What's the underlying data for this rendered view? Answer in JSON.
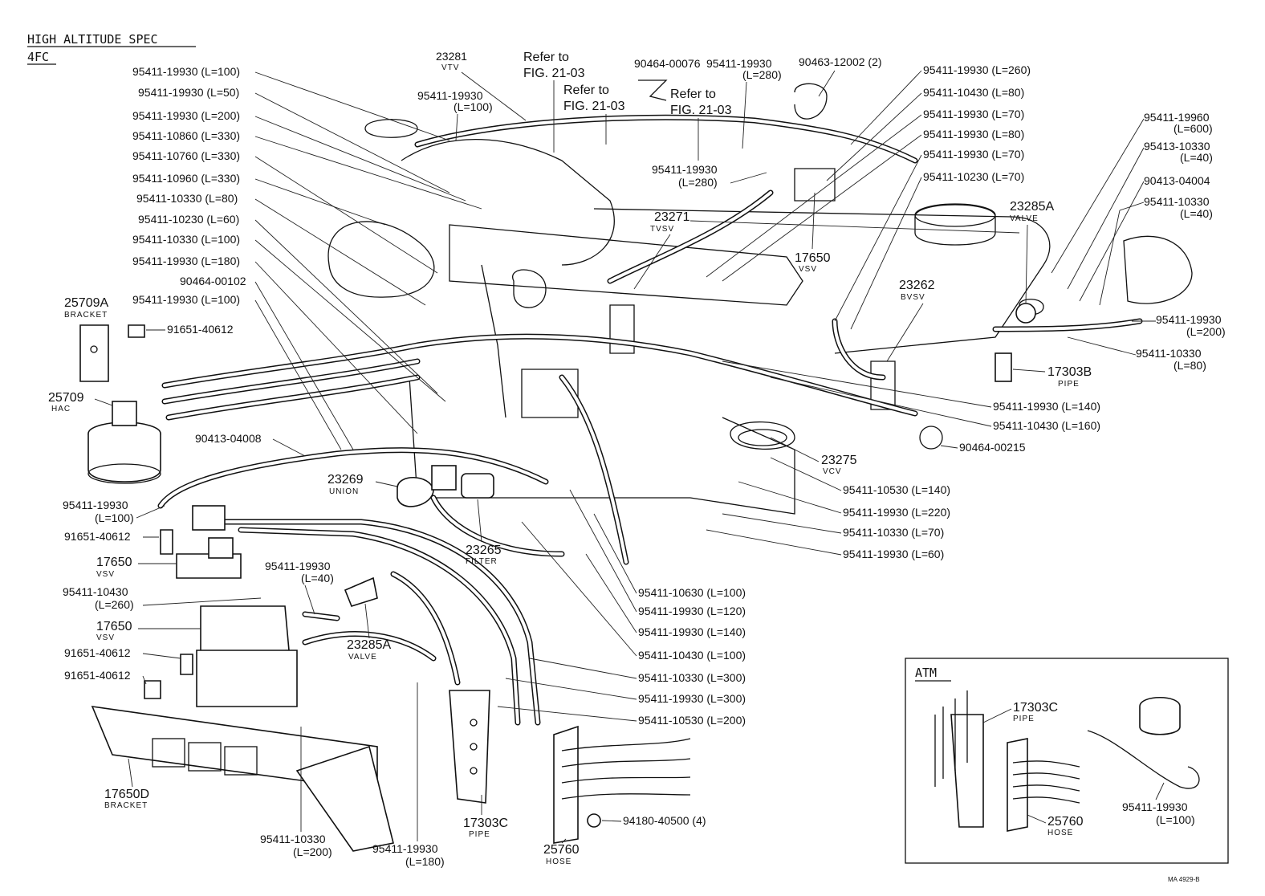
{
  "header": {
    "title": "HIGH ALTITUDE SPEC",
    "model": "4FC"
  },
  "refs": {
    "refer_a": "Refer to",
    "fig_a": "FIG. 21-03",
    "refer_b": "Refer to",
    "fig_b": "FIG. 21-03",
    "refer_c": "Refer to",
    "fig_c": "FIG. 21-03"
  },
  "left_labels": [
    "95411-19930 (L=100)",
    "95411-19930 (L=50)",
    "95411-19930 (L=200)",
    "95411-10860 (L=330)",
    "95411-10760 (L=330)",
    "95411-10960 (L=330)",
    "95411-10330 (L=80)",
    "95411-10230 (L=60)",
    "95411-10330 (L=100)",
    "95411-19930 (L=180)",
    "90464-00102",
    "95411-19930 (L=100)"
  ],
  "right_top_labels": [
    "95411-19930 (L=260)",
    "95411-10430 (L=80)",
    "95411-19930 (L=70)",
    "95411-19930 (L=80)",
    "95411-19930 (L=70)",
    "95411-10230 (L=70)"
  ],
  "right_mid_labels": [
    "95411-19930 (L=140)",
    "95411-10430 (L=160)",
    "90464-00215",
    "95411-10530 (L=140)",
    "95411-19930 (L=220)",
    "95411-10330 (L=70)",
    "95411-19930 (L=60)"
  ],
  "bottom_center_labels": [
    "95411-10630 (L=100)",
    "95411-19930 (L=120)",
    "95411-19930 (L=140)",
    "95411-10430 (L=100)",
    "95411-10330 (L=300)",
    "95411-19930 (L=300)",
    "95411-10530 (L=200)"
  ],
  "parts": {
    "p23281": {
      "num": "23281",
      "name": "VTV"
    },
    "p90464_76": {
      "num": "90464-00076"
    },
    "p95411_top1": {
      "num": "95411-19930",
      "len": "(L=100)"
    },
    "p95411_top2": {
      "num": "95411-19930",
      "len": "(L=280)"
    },
    "p90463": {
      "num": "90463-12002 (2)"
    },
    "p95411_mid": {
      "num": "95411-19930",
      "len": "(L=280)"
    },
    "p23271": {
      "num": "23271",
      "name": "TVSV"
    },
    "p17650_top": {
      "num": "17650",
      "name": "VSV"
    },
    "p23262": {
      "num": "23262",
      "name": "BVSV"
    },
    "p23285A_top": {
      "num": "23285A",
      "name": "VALVE"
    },
    "p95411_19960": {
      "num": "95411-19960",
      "len": "(L=600)"
    },
    "p95413": {
      "num": "95413-10330",
      "len": "(L=40)"
    },
    "p90413_04004": {
      "num": "90413-04004"
    },
    "p95411_r40": {
      "num": "95411-10330",
      "len": "(L=40)"
    },
    "p95411_r200": {
      "num": "95411-19930",
      "len": "(L=200)"
    },
    "p95411_r80": {
      "num": "95411-10330",
      "len": "(L=80)"
    },
    "p17303B": {
      "num": "17303B",
      "name": "PIPE"
    },
    "p25709A": {
      "num": "25709A",
      "name": "BRACKET"
    },
    "p91651_top": {
      "num": "91651-40612"
    },
    "p25709": {
      "num": "25709",
      "name": "HAC"
    },
    "p90413_04008": {
      "num": "90413-04008"
    },
    "p23269": {
      "num": "23269",
      "name": "UNION"
    },
    "p23275": {
      "num": "23275",
      "name": "VCV"
    },
    "p95411_l100": {
      "num": "95411-19930",
      "len": "(L=100)"
    },
    "p91651_mid": {
      "num": "91651-40612"
    },
    "p17650_mid": {
      "num": "17650",
      "name": "VSV"
    },
    "p23265": {
      "num": "23265",
      "name": "FILTER"
    },
    "p95411_l40": {
      "num": "95411-19930",
      "len": "(L=40)"
    },
    "p95411_l260": {
      "num": "95411-10430",
      "len": "(L=260)"
    },
    "p17650_low": {
      "num": "17650",
      "name": "VSV"
    },
    "p23285A_low": {
      "num": "23285A",
      "name": "VALVE"
    },
    "p91651_low1": {
      "num": "91651-40612"
    },
    "p91651_low2": {
      "num": "91651-40612"
    },
    "p17650D": {
      "num": "17650D",
      "name": "BRACKET"
    },
    "p95411_b200": {
      "num": "95411-10330",
      "len": "(L=200)"
    },
    "p95411_b180": {
      "num": "95411-19930",
      "len": "(L=180)"
    },
    "p17303C": {
      "num": "17303C",
      "name": "PIPE"
    },
    "p25760": {
      "num": "25760",
      "name": "HOSE"
    },
    "p94180": {
      "num": "94180-40500 (4)"
    }
  },
  "atm": {
    "title": "ATM",
    "pipe": {
      "num": "17303C",
      "name": "PIPE"
    },
    "hose": {
      "num": "25760",
      "name": "HOSE"
    },
    "tube": {
      "num": "95411-19930",
      "len": "(L=100)"
    }
  },
  "footer": {
    "code": "MA 4929-B"
  }
}
